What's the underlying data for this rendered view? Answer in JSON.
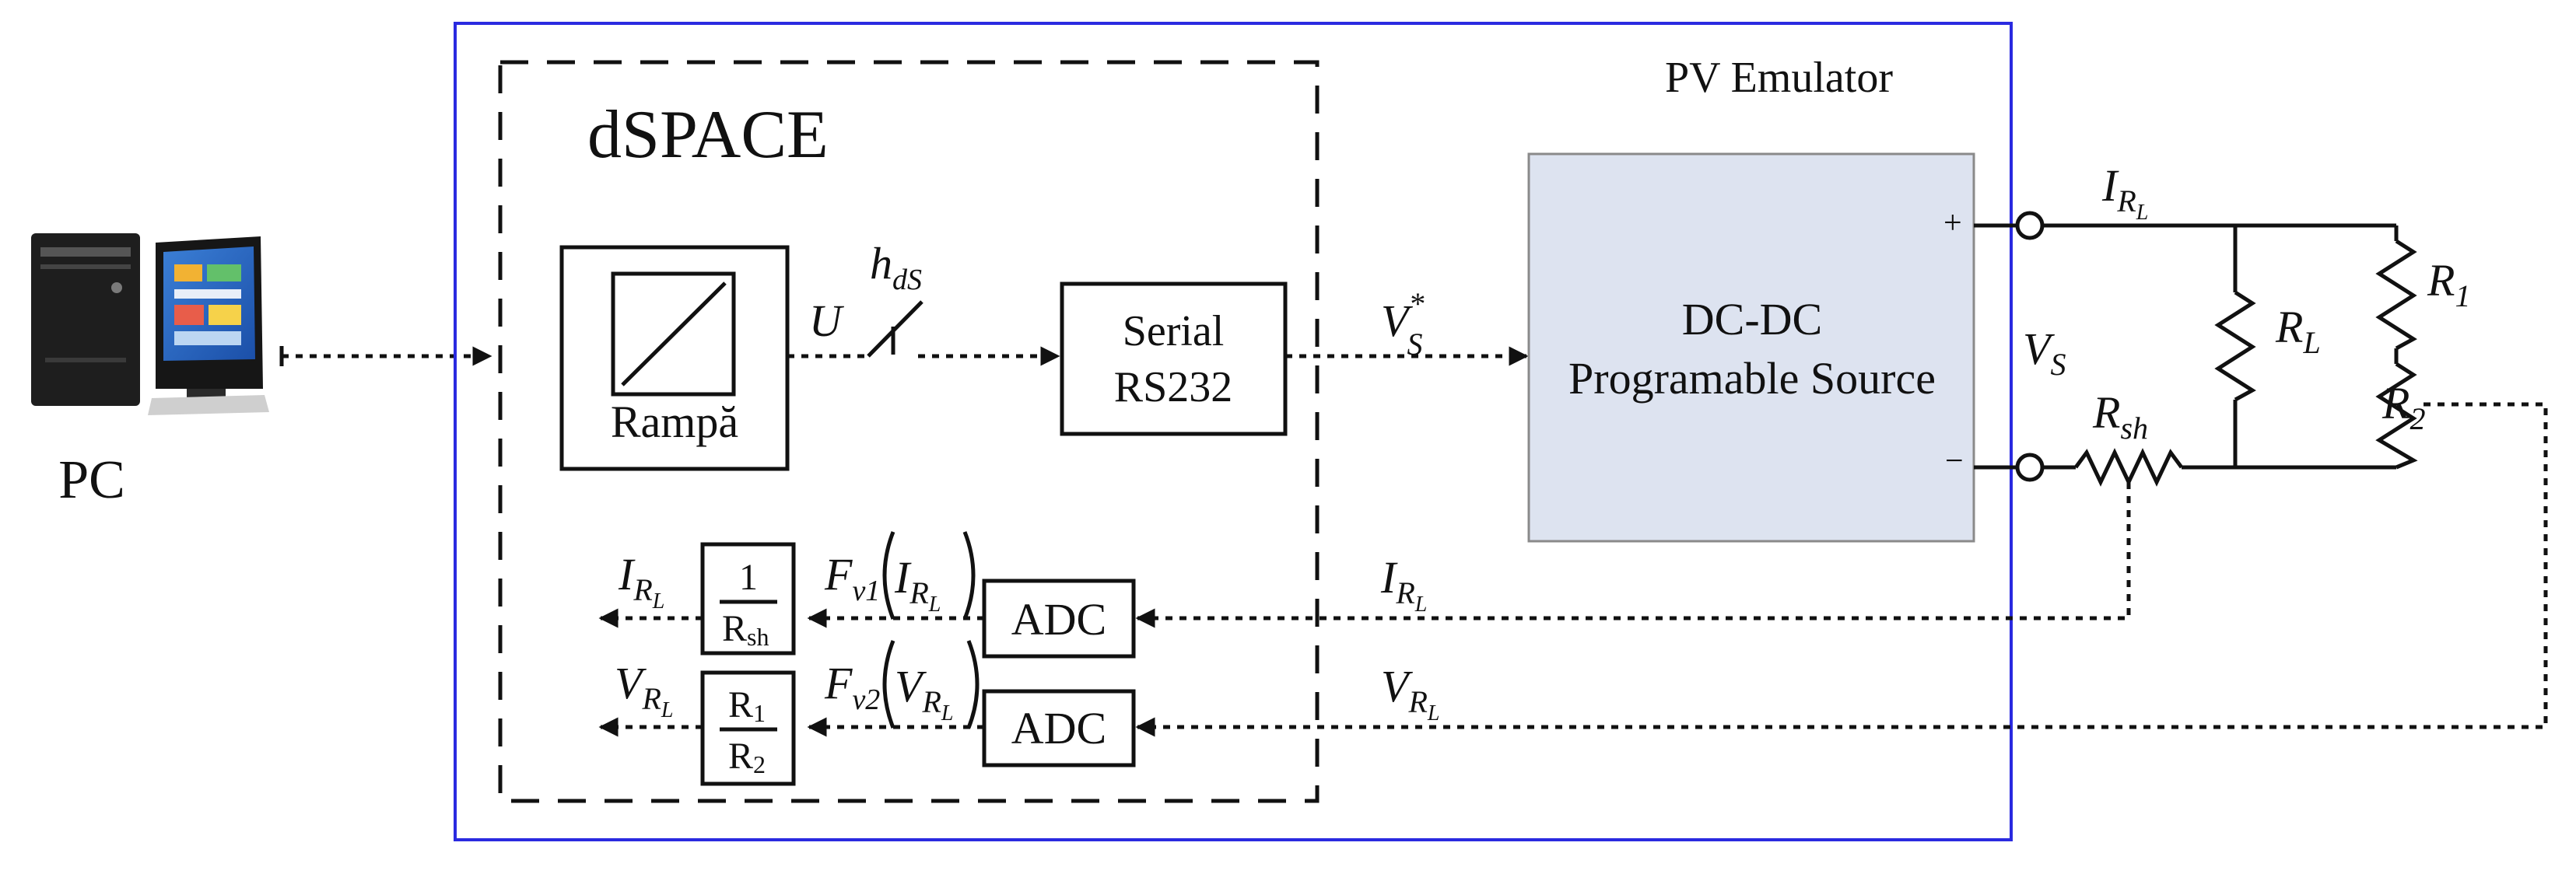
{
  "labels": {
    "pc": "PC",
    "pv_emulator": "PV Emulator",
    "dspace": "dSPACE",
    "ramp": "Rampă",
    "u": "U",
    "h": "h",
    "h_sub": "dS",
    "serial_line1": "Serial",
    "serial_line2": "RS232",
    "vs_star_v": "V",
    "vs_star_sup": "*",
    "vs_star_sub": "S",
    "dcdc_line1": "DC-DC",
    "dcdc_line2": "Programable Source",
    "plus": "+",
    "minus": "−",
    "vs_v": "V",
    "vs_sub": "S",
    "irl_i": "I",
    "irl_r": "R",
    "irl_l": "L",
    "rl_r": "R",
    "rl_sub": "L",
    "r1_r": "R",
    "r1_sub": "1",
    "r2_r": "R",
    "r2_sub": "2",
    "rsh_r": "R",
    "rsh_sub": "sh",
    "adc": "ADC",
    "vrl_v": "V",
    "vrl_r": "R",
    "vrl_l": "L",
    "fv1_f": "F",
    "fv1_sub": "v1",
    "fv2_f": "F",
    "fv2_sub": "v2",
    "frac1_num": "1",
    "frac1_den_r": "R",
    "frac1_den_sub": "sh",
    "frac2_num_r": "R",
    "frac2_num_sub": "1",
    "frac2_den_r": "R",
    "frac2_den_sub": "2"
  },
  "colors": {
    "pv_border": "#2a2ae0",
    "dcdc_fill": "#dde3f0",
    "dcdc_border": "#8a8a8a"
  },
  "icons": {
    "pc": "desktop-computer-icon"
  }
}
